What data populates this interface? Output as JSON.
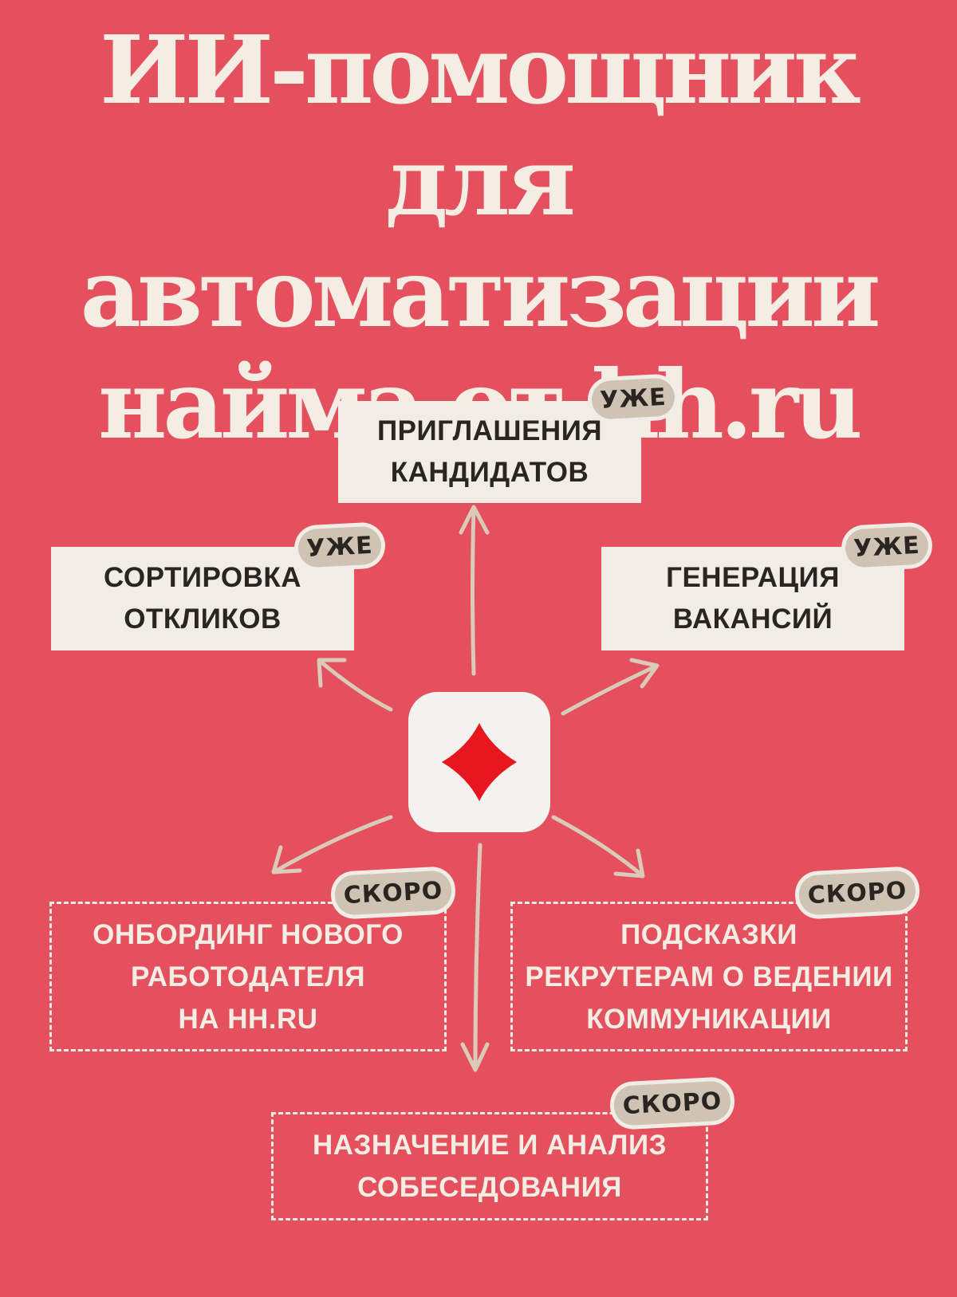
{
  "title": {
    "line1": "ИИ-помощник для",
    "line2": "автоматизации",
    "line3": "найма от hh.ru"
  },
  "now": [
    {
      "id": "invites",
      "lines": [
        "ПРИГЛАШЕНИЯ",
        "КАНДИДАТОВ"
      ],
      "badge": "УЖЕ"
    },
    {
      "id": "sorting",
      "lines": [
        "СОРТИРОВКА",
        "ОТКЛИКОВ"
      ],
      "badge": "УЖЕ"
    },
    {
      "id": "vacancies",
      "lines": [
        "ГЕНЕРАЦИЯ",
        "ВАКАНСИЙ"
      ],
      "badge": "УЖЕ"
    }
  ],
  "soon": [
    {
      "id": "onboarding",
      "lines": [
        "ОНБОРДИНГ НОВОГО",
        "РАБОТОДАТЕЛЯ",
        "НА HH.RU"
      ],
      "badge": "СКОРО"
    },
    {
      "id": "hints",
      "lines": [
        "ПОДСКАЗКИ",
        "РЕКРУТЕРАМ О ВЕДЕНИИ",
        "КОММУНИКАЦИИ"
      ],
      "badge": "СКОРО"
    },
    {
      "id": "interview",
      "lines": [
        "НАЗНАЧЕНИЕ И АНАЛИЗ",
        "СОБЕСЕДОВАНИЯ"
      ],
      "badge": "СКОРО"
    }
  ],
  "colors": {
    "background": "#e5505e",
    "card": "#f1ede6",
    "badge": "#cfc3b3",
    "diamond": "#e8161e",
    "arrow": "#d9cbb8"
  },
  "center_icon": "diamond-icon"
}
